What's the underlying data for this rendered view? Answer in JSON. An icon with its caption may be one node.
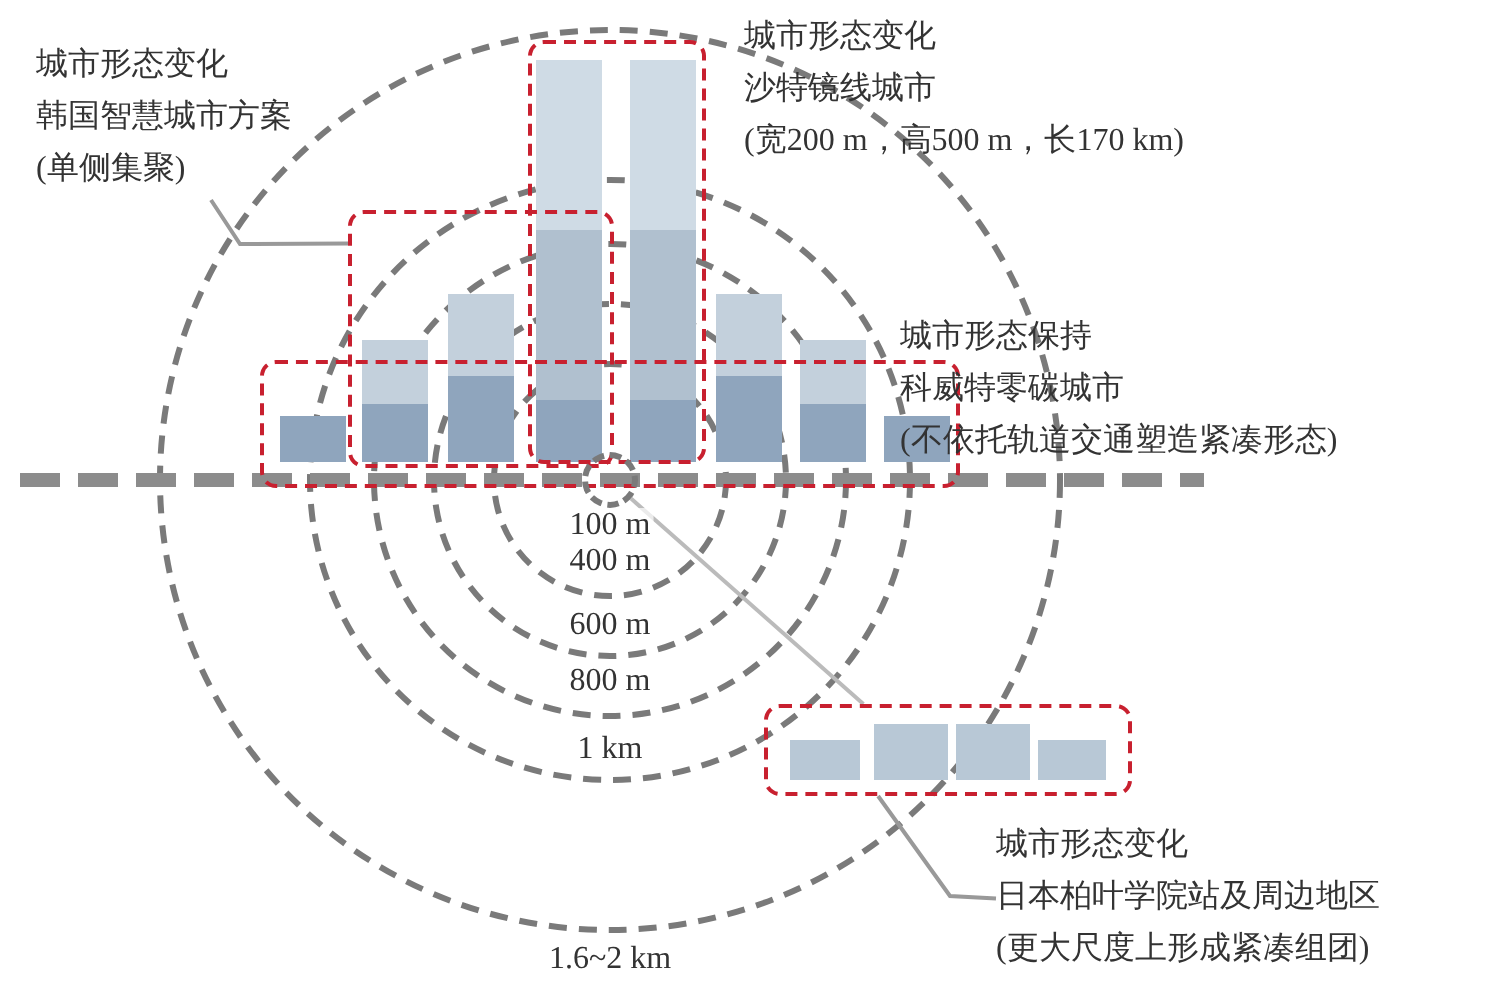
{
  "diagram": {
    "nodes": [
      {
        "text": [
          "城市形态变化",
          "韩国智慧城市方案",
          "(单侧集聚)"
        ]
      },
      {
        "text": [],
        "shape": "box",
        "beside": [
          "城市形态变化",
          "沙特镜线城市",
          "(宽200 m，高500 m，长170 km)"
        ]
      },
      {
        "text": [],
        "shape": "box"
      },
      {
        "text": [],
        "shape": "box",
        "beside": [
          "城市形态保持",
          "科威特零碳城市",
          "(不依托轨道交通塑造紧凑形态)"
        ]
      },
      {
        "text": [],
        "shape": "box"
      },
      {
        "text": [
          "城市形态变化",
          "日本柏叶学院站及周边地区",
          "(更大尺度上形成紧凑组团)"
        ]
      },
      {
        "text": [],
        "shape": "circle"
      }
    ],
    "edges": [
      {
        "from": 0,
        "to": 2,
        "arrow": "none"
      },
      {
        "from": 5,
        "to": 4,
        "arrow": "none"
      },
      {
        "from": 6,
        "to": 4,
        "arrow": "none",
        "color": "#bbbbbb"
      }
    ],
    "labels": [
      "100 m",
      "400 m",
      "600 m",
      "800 m",
      "1 km",
      "1.6~2 km"
    ]
  }
}
